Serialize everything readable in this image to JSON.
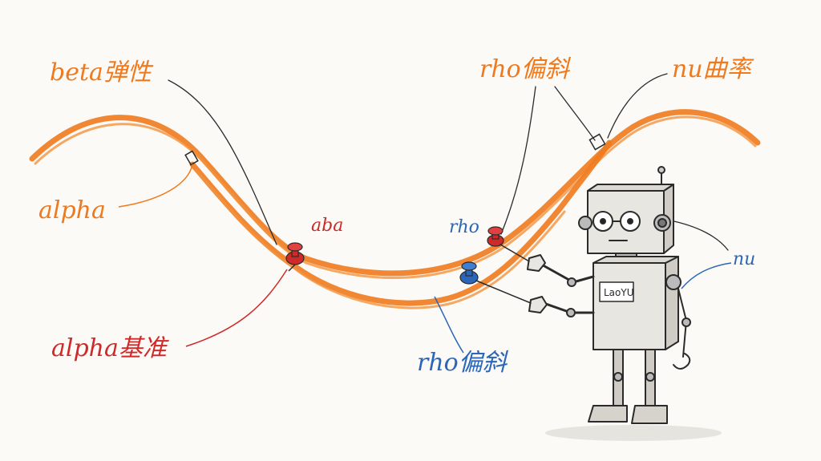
{
  "labels": {
    "beta": "beta弹性",
    "alpha": "alpha",
    "alpha_base": "alpha基准",
    "aba": "aba",
    "rho_small": "rho",
    "rho_skew_top": "rho偏斜",
    "rho_skew_bottom": "rho偏斜",
    "nu_curvature": "nu曲率",
    "nu": "nu"
  },
  "robot": {
    "badge": "LaoYU"
  },
  "colors": {
    "orange": "#ef7a1e",
    "red": "#cf2a2a",
    "blue": "#2b66b8",
    "ink": "#2b2b2b",
    "background": "#fbfaf6"
  },
  "icons": [
    "red-pin-icon",
    "blue-pin-icon",
    "robot-icon"
  ]
}
